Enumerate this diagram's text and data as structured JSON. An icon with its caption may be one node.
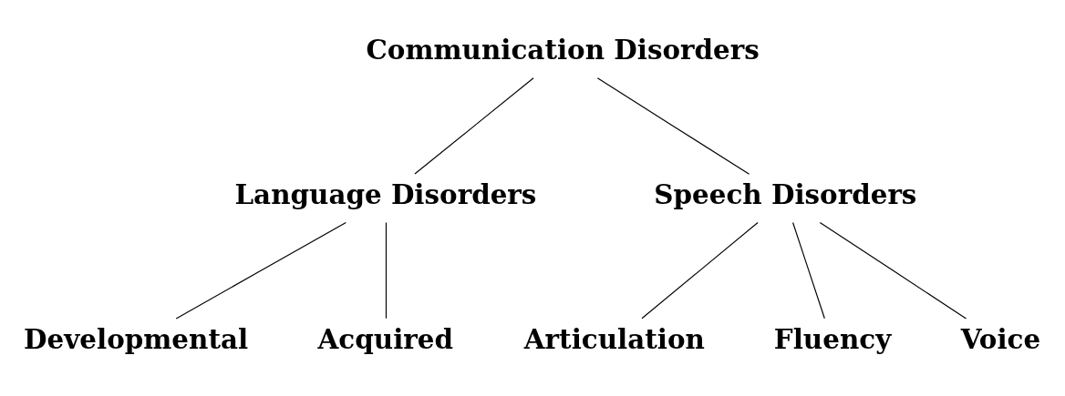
{
  "diagram": {
    "nodes": [
      {
        "text": [
          "Communication Disorders"
        ]
      },
      {
        "text": [
          "Language Disorders"
        ]
      },
      {
        "text": [
          "Speech Disorders"
        ]
      },
      {
        "text": [
          "Developmental"
        ]
      },
      {
        "text": [
          "Acquired"
        ]
      },
      {
        "text": [
          "Articulation"
        ]
      },
      {
        "text": [
          "Fluency"
        ]
      },
      {
        "text": [
          "Voice"
        ]
      }
    ],
    "edges": [
      {
        "from": 0,
        "to": 1,
        "arrow": "none"
      },
      {
        "from": 0,
        "to": 2,
        "arrow": "none"
      },
      {
        "from": 1,
        "to": 3,
        "arrow": "none"
      },
      {
        "from": 1,
        "to": 4,
        "arrow": "none"
      },
      {
        "from": 2,
        "to": 5,
        "arrow": "none"
      },
      {
        "from": 2,
        "to": 6,
        "arrow": "none"
      },
      {
        "from": 2,
        "to": 7,
        "arrow": "none"
      }
    ]
  }
}
